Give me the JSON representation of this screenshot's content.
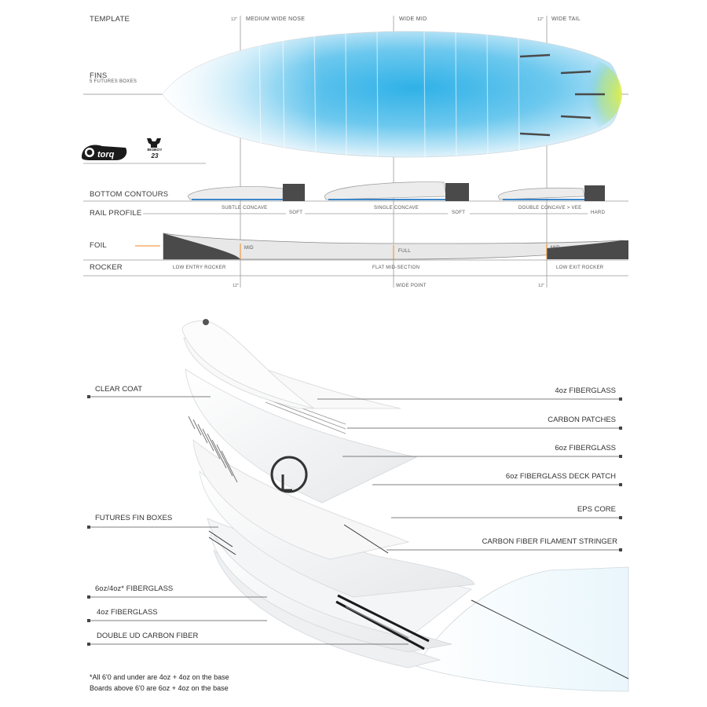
{
  "template": {
    "section_labels": {
      "template": "TEMPLATE",
      "fins": "FINS",
      "fins_sub": "5 FUTURES BOXES",
      "bottom_contours": "BOTTOM  CONTOURS",
      "rail_profile": "RAIL PROFILE",
      "foil": "FOIL",
      "rocker": "ROCKER"
    },
    "header_marks": {
      "left_measure": "12\"",
      "nose": "MEDIUM WIDE NOSE",
      "mid": "WIDE MID",
      "right_measure": "12\"",
      "tail": "WIDE TAIL"
    },
    "logos": {
      "brand": "torq",
      "bigboy_top": "BIGBOY",
      "bigboy_num": "23"
    },
    "bottom_contours": [
      "SUBTLE CONCAVE",
      "SINGLE CONCAVE",
      "DOUBLE CONCAVE > VEE"
    ],
    "rail_profile": [
      "SOFT",
      "SOFT",
      "HARD"
    ],
    "foil_marks": [
      "MID",
      "FULL",
      "MID"
    ],
    "rocker": [
      "LOW ENTRY ROCKER",
      "FLAT MID-SECTION",
      "LOW EXIT ROCKER"
    ],
    "footer_marks": [
      "12\"",
      "WIDE POINT",
      "12\""
    ]
  },
  "construction": {
    "left_callouts": [
      "CLEAR COAT",
      "FUTURES FIN BOXES",
      "6oz/4oz* FIBERGLASS",
      "4oz FIBERGLASS",
      "DOUBLE UD CARBON FIBER"
    ],
    "right_callouts": [
      "4oz FIBERGLASS",
      "CARBON PATCHES",
      "6oz FIBERGLASS",
      "6oz FIBERGLASS DECK PATCH",
      "EPS CORE",
      "CARBON FIBER FILAMENT STRINGER"
    ],
    "footnote_line1": "*All 6'0 and under are 4oz + 4oz on the base",
    "footnote_line2": "Boards above 6'0 are 6oz + 4oz on the base"
  },
  "colors": {
    "board_blue": "#3ab4e6",
    "board_tail_yellow": "#d8ec3a",
    "concave_blue": "#3b87c9",
    "dark_block": "#4a4a4a",
    "accent_orange": "#f08a24"
  }
}
